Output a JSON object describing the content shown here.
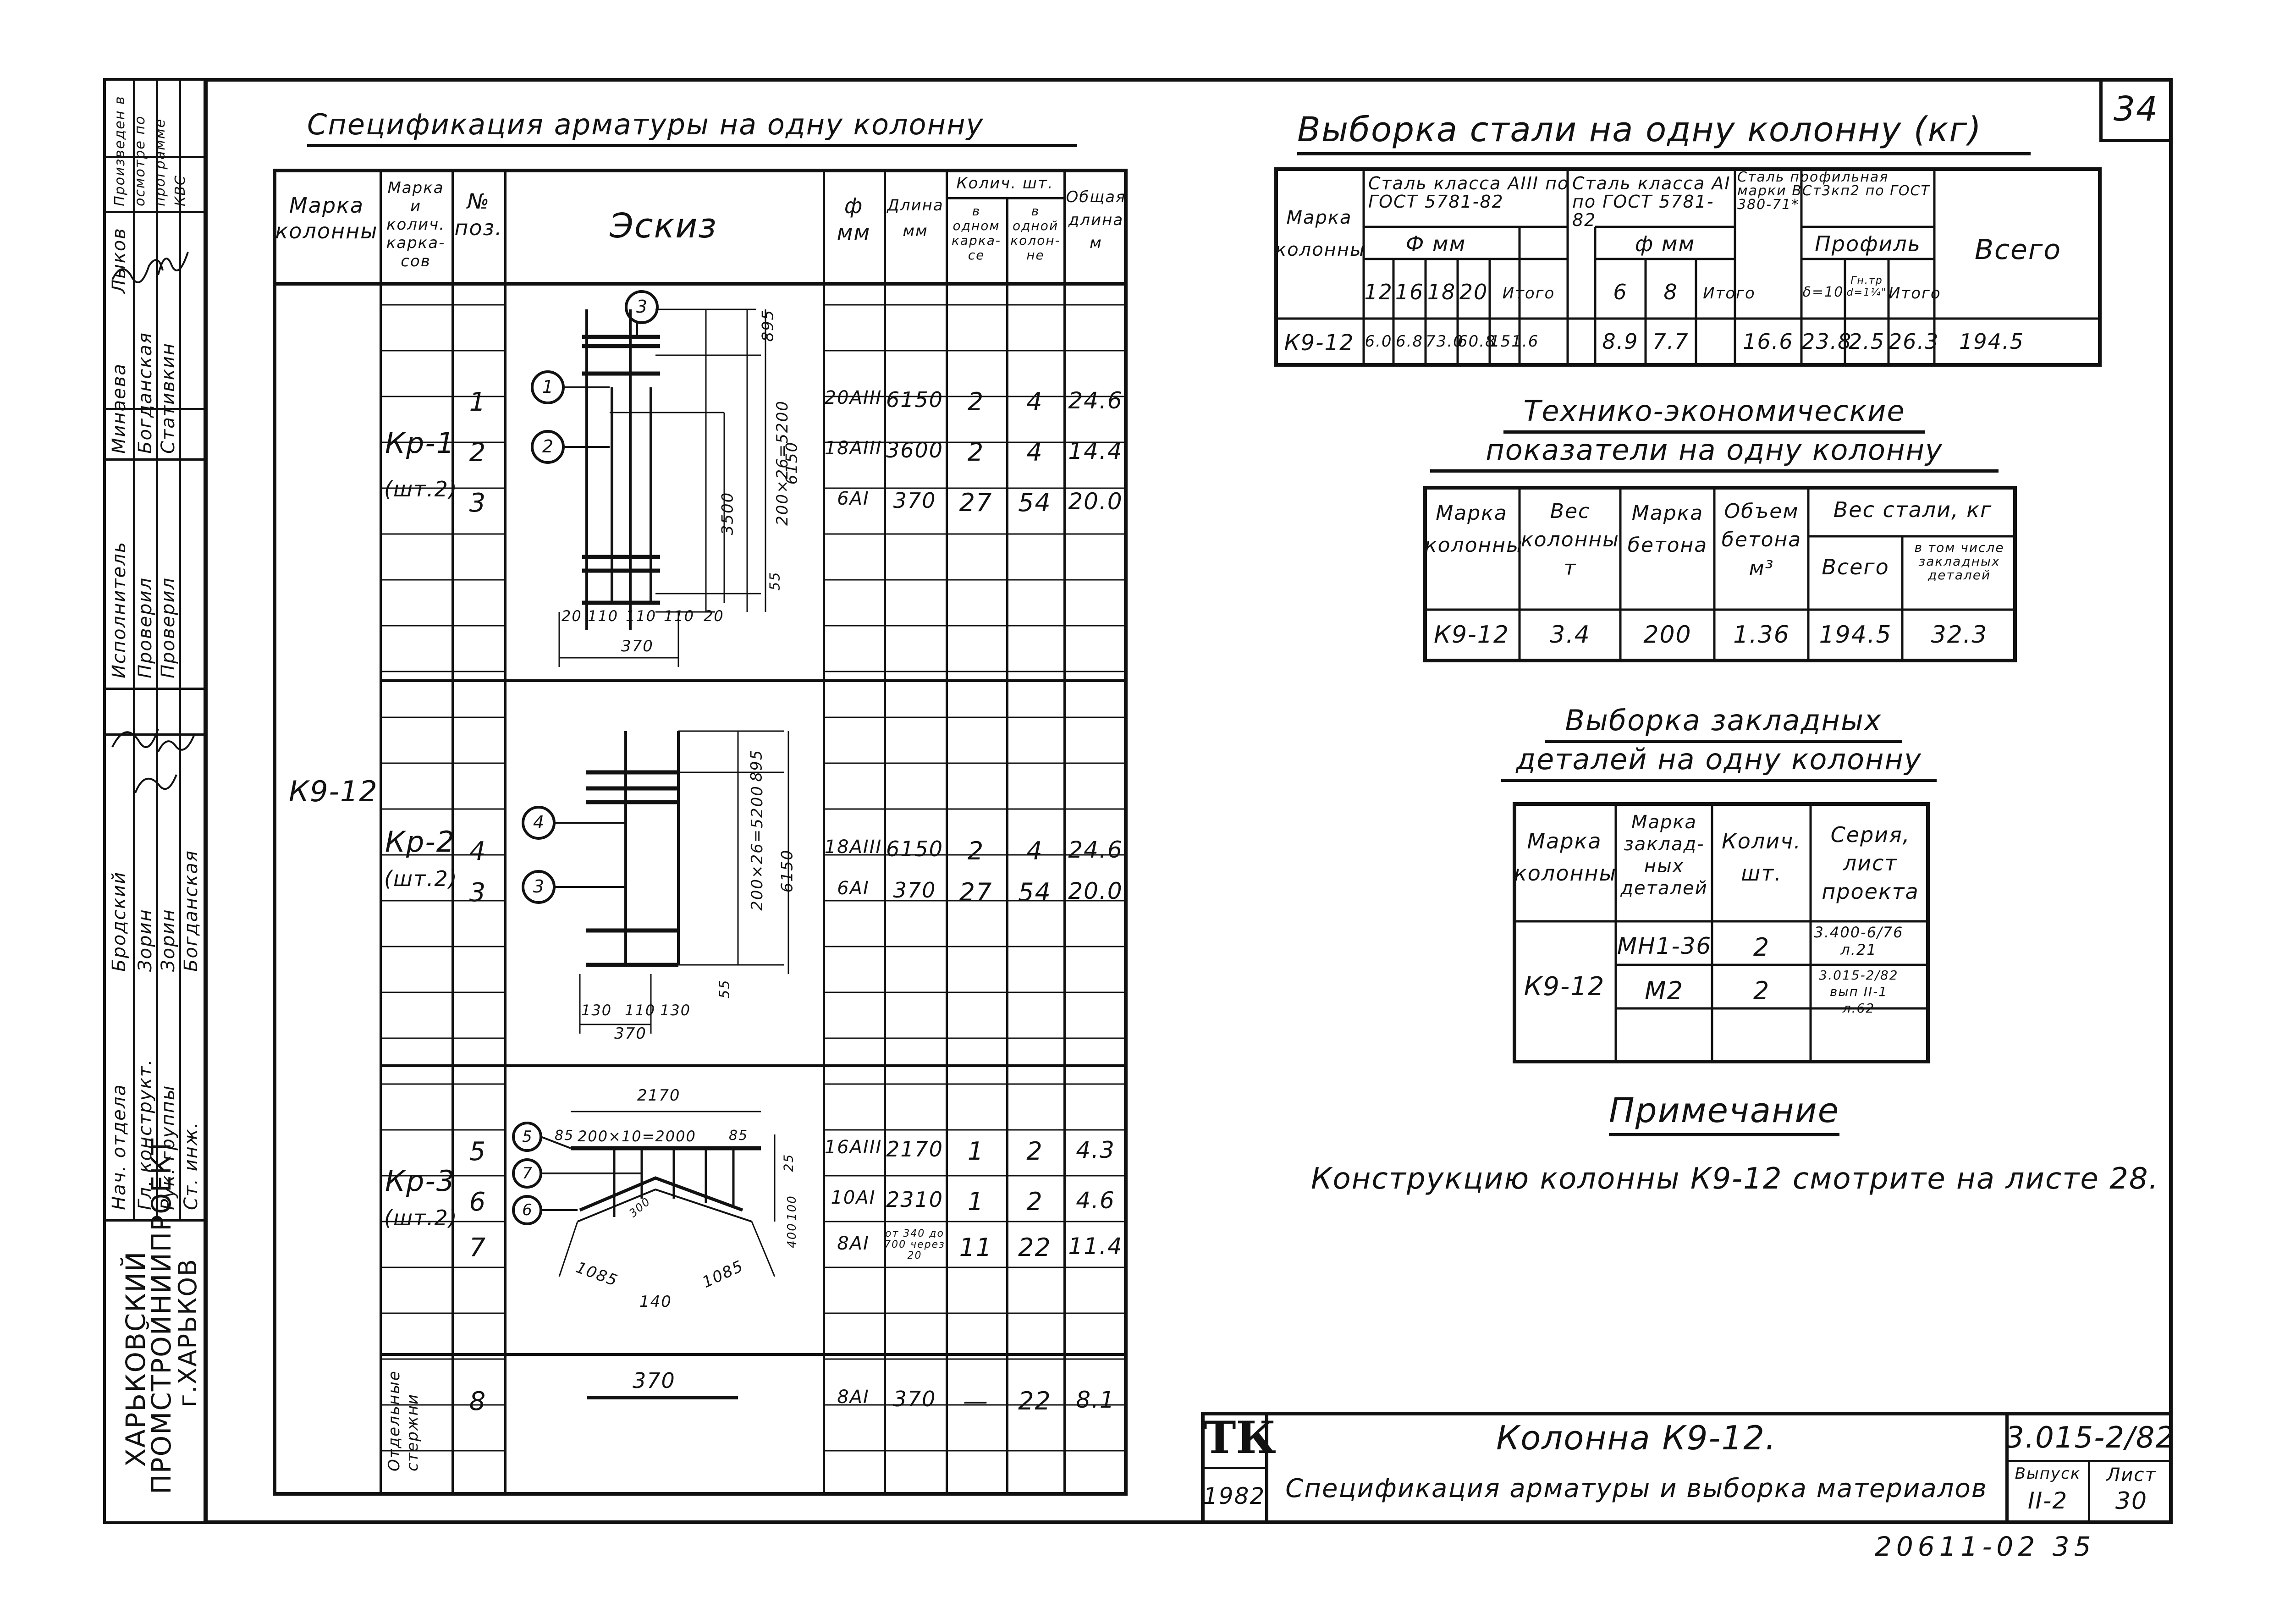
{
  "page_number": "34",
  "doc_code": "20611-02 35",
  "spec_table": {
    "title": "Спецификация арматуры на одну колонну",
    "headers": {
      "column_mark": "Марка колонны",
      "frame_mark": "Марка и колич. карка- сов",
      "pos_no": "№ поз.",
      "sketch": "Эскиз",
      "diameter": "ф мм",
      "length": "Длина мм",
      "qty_group": "Колич. шт.",
      "qty_one_frame": "в одном карка- се",
      "qty_one_column": "в одной колон- не",
      "total_length": "Общая длина м"
    },
    "column_mark": "К9-12",
    "frames": [
      {
        "name": "Кр-1",
        "count": "(шт.2)"
      },
      {
        "name": "Кр-2",
        "count": "(шт.2)"
      },
      {
        "name": "Кр-3",
        "count": "(шт.2)"
      },
      {
        "name": "Отдельные стержни",
        "count": ""
      }
    ],
    "rows": [
      {
        "pos": "1",
        "dia": "20AIII",
        "len": "6150",
        "qf": "2",
        "qc": "4",
        "tot": "24.6"
      },
      {
        "pos": "2",
        "dia": "18AIII",
        "len": "3600",
        "qf": "2",
        "qc": "4",
        "tot": "14.4"
      },
      {
        "pos": "3",
        "dia": "6AI",
        "len": "370",
        "qf": "27",
        "qc": "54",
        "tot": "20.0"
      },
      {
        "pos": "4",
        "dia": "18AIII",
        "len": "6150",
        "qf": "2",
        "qc": "4",
        "tot": "24.6"
      },
      {
        "pos": "3",
        "dia": "6AI",
        "len": "370",
        "qf": "27",
        "qc": "54",
        "tot": "20.0"
      },
      {
        "pos": "5",
        "dia": "16AIII",
        "len": "2170",
        "qf": "1",
        "qc": "2",
        "tot": "4.3"
      },
      {
        "pos": "6",
        "dia": "10AI",
        "len": "2310",
        "qf": "1",
        "qc": "2",
        "tot": "4.6"
      },
      {
        "pos": "7",
        "dia": "8AI",
        "len": "от 340 до 700 через 20",
        "qf": "11",
        "qc": "22",
        "tot": "11.4"
      },
      {
        "pos": "8",
        "dia": "8AI",
        "len": "370",
        "qf": "—",
        "qc": "22",
        "tot": "8.1"
      }
    ],
    "sketch_labels": {
      "s1_dims": [
        "895",
        "200×26=5200",
        "6150",
        "3500",
        "55",
        "20",
        "110",
        "110",
        "110",
        "20",
        "370"
      ],
      "s2_dims": [
        "895",
        "200×26=5200",
        "6150",
        "55",
        "130",
        "110",
        "130",
        "370"
      ],
      "s3_dims": [
        "2170",
        "85",
        "200×10=2000",
        "85",
        "25",
        "100",
        "300",
        "400",
        "1085",
        "140",
        "1085",
        "370"
      ]
    }
  },
  "steel_table": {
    "title": "Выборка стали на одну колонну (кг)",
    "headers": {
      "mark": "Марка колонны",
      "a3": "Сталь класса AIII по ГОСТ 5781-82",
      "a1": "Сталь класса AI по ГОСТ 5781-82",
      "prof": "Сталь профильная марки ВСт3кп2 по ГОСТ 380-71*",
      "dia": "Ф мм",
      "dia2": "ф мм",
      "profile": "Профиль",
      "total_sub": "Итого",
      "total": "Всего",
      "d12": "12",
      "d16": "16",
      "d18": "18",
      "d20": "20",
      "d6": "6",
      "d8": "8",
      "p1": "δ=10",
      "p2": "Гн.тр d=1¼\""
    },
    "row": {
      "mark": "К9-12",
      "v12": "6.0",
      "v16": "6.8",
      "v18": "73.0",
      "v20": "60.8",
      "sum1": "151.6",
      "v6": "8.9",
      "v8": "7.7",
      "sum2": "16.6",
      "p1": "23.8",
      "p2": "2.5",
      "sum3": "26.3",
      "total": "194.5"
    }
  },
  "tech_table": {
    "title_line1": "Технико-экономические",
    "title_line2": "показатели на одну колонну",
    "headers": {
      "mark": "Марка колонны",
      "weight": "Вес колонны т",
      "concrete": "Марка бетона",
      "volume": "Объем бетона м³",
      "steel_weight": "Вес стали, кг",
      "total": "Всего",
      "embedded": "в том числе закладных деталей"
    },
    "row": {
      "mark": "К9-12",
      "weight": "3.4",
      "concrete": "200",
      "volume": "1.36",
      "total": "194.5",
      "embedded": "32.3"
    }
  },
  "embedded_table": {
    "title_line1": "Выборка закладных",
    "title_line2": "деталей на одну колонну",
    "headers": {
      "mark": "Марка колонны",
      "detail": "Марка заклад- ных деталей",
      "qty": "Колич. шт.",
      "series": "Серия, лист проекта"
    },
    "mark": "К9-12",
    "rows": [
      {
        "detail": "МН1-36",
        "qty": "2",
        "series": "3.400-6/76 л.21"
      },
      {
        "detail": "М2",
        "qty": "2",
        "series": "3.015-2/82 вып II-1 л.62"
      },
      {
        "detail": "",
        "qty": "",
        "series": ""
      }
    ]
  },
  "note": {
    "title": "Примечание",
    "text": "Конструкцию колонны К9-12 смотрите на листе 28."
  },
  "title_block": {
    "logo": "ТК",
    "year": "1982",
    "title1": "Колонна К9-12.",
    "title2": "Спецификация арматуры и выборка материалов",
    "code": "3.015-2/82",
    "issue_label": "Выпуск",
    "issue": "II-2",
    "sheet_label": "Лист",
    "sheet": "30"
  },
  "side_stamp": {
    "org1": "ХАРЬКОВСКИЙ",
    "org2": "ПРОМСТРОЙНИИПРОЕКТ",
    "org3": "г.ХАРЬКОВ",
    "roles": [
      "Нач. отдела",
      "Гл. конструкт.",
      "Рук. группы",
      "Ст. инж."
    ],
    "names": [
      "Бродский",
      "Зорин",
      "Зорин",
      "Богданская"
    ],
    "roles2": [
      "Исполнитель",
      "Проверил",
      "Проверил"
    ],
    "names2": [
      "Минаева",
      "Богданская",
      "Стативкин"
    ],
    "produced": "Произведен в осмотре по программе КВС",
    "sig_name": "Лыков"
  }
}
